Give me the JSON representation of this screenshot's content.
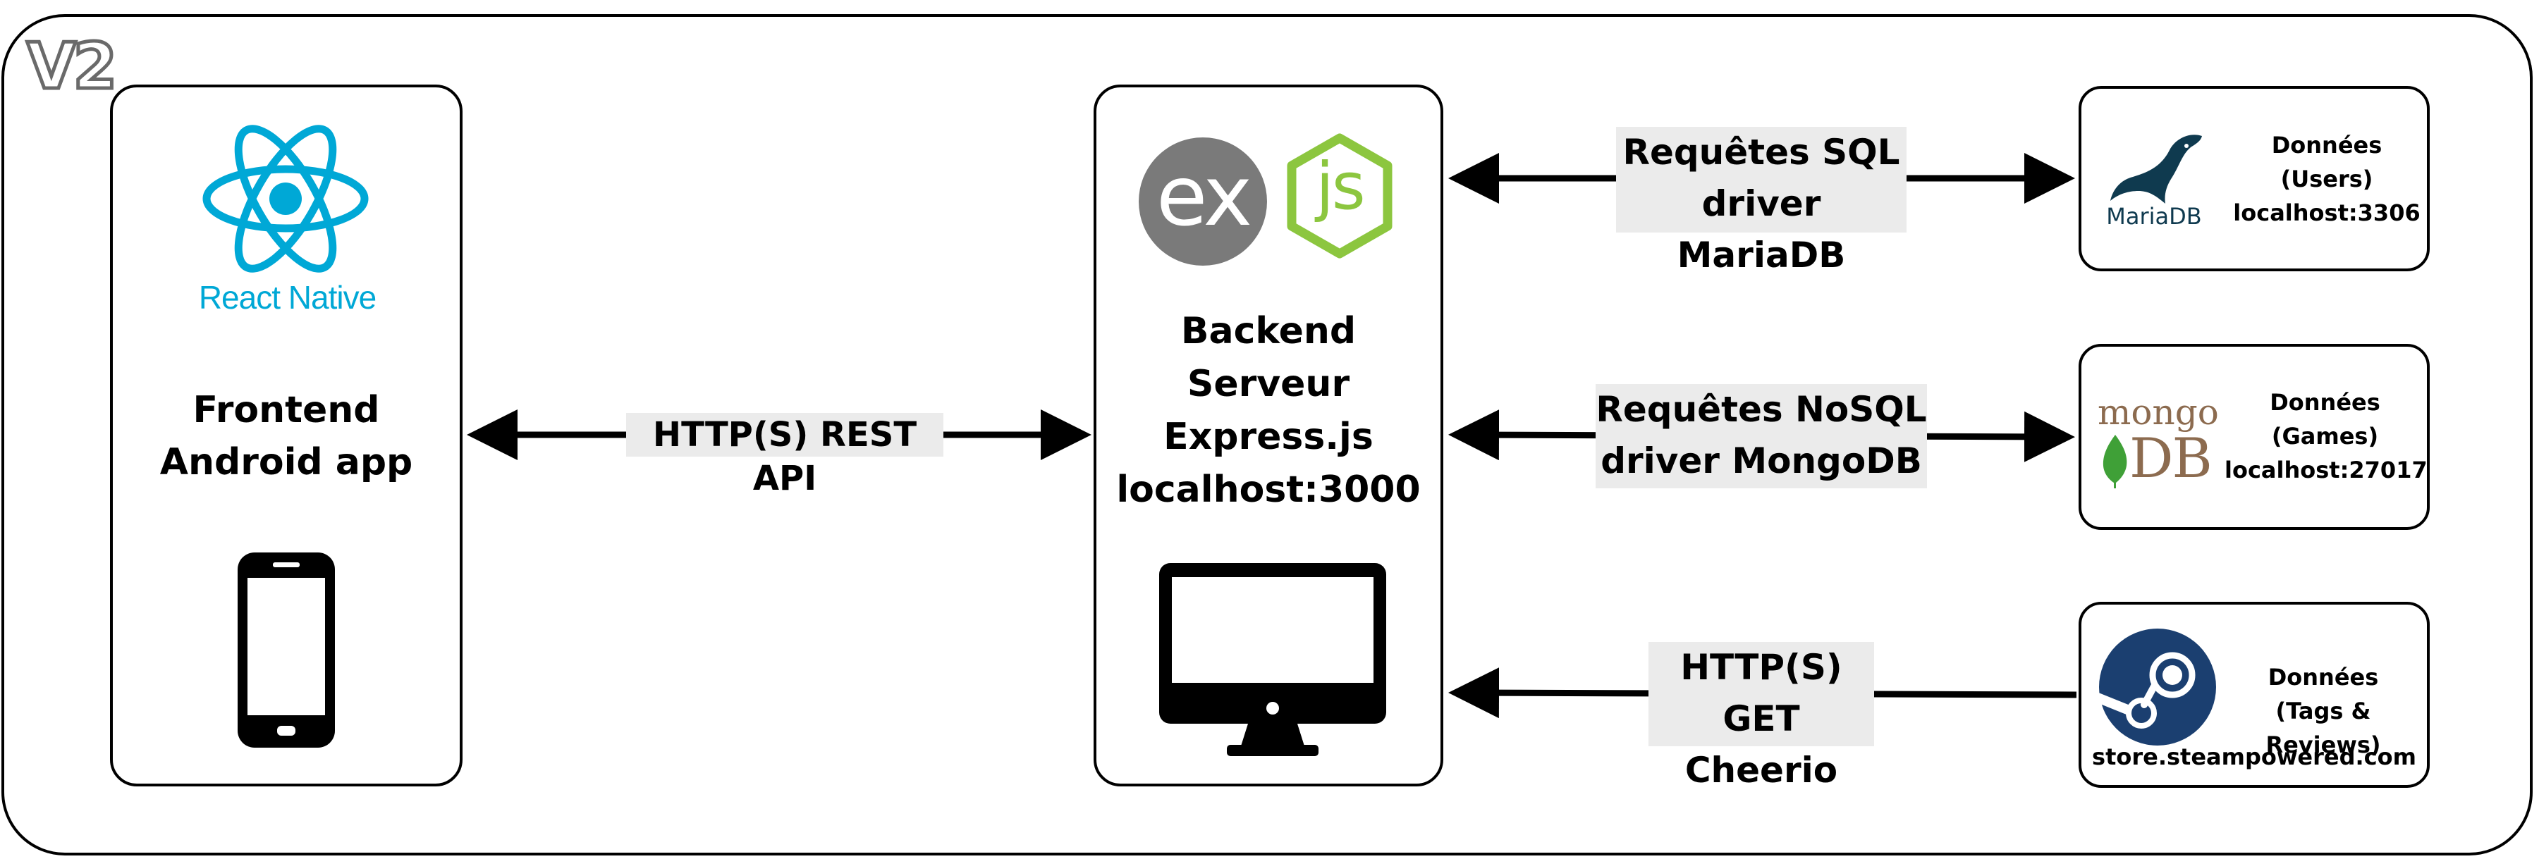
{
  "version_badge": "V2",
  "frontend": {
    "logo_text": "React Native",
    "title_line1": "Frontend",
    "title_line2": "Android app"
  },
  "backend": {
    "logo_ex": "ex",
    "logo_js": "js",
    "line1": "Backend",
    "line2": "Serveur",
    "line3": "Express.js",
    "line4": "localhost:3000"
  },
  "connections": {
    "rest": "HTTP(S) REST API",
    "sql_line1": "Requêtes SQL",
    "sql_line2": "driver MariaDB",
    "nosql_line1": "Requêtes NoSQL",
    "nosql_line2": "driver MongoDB",
    "get_line1": "HTTP(S) GET",
    "get_line2": "Cheerio"
  },
  "mariadb": {
    "logo_text": "MariaDB",
    "line1": "Données",
    "line2": "(Users)",
    "line3": "localhost:3306"
  },
  "mongodb": {
    "logo_top": "mongo",
    "logo_bottom": "DB",
    "line1": "Données",
    "line2": "(Games)",
    "line3": "localhost:27017"
  },
  "steam": {
    "line1": "Données",
    "line2": "(Tags & Reviews)",
    "line3": "store.steampowered.com"
  },
  "colors": {
    "react_blue": "#00a8d6",
    "express_gray": "#7a7a7a",
    "node_green": "#8cc63f",
    "mariadb_navy": "#0f3a4f",
    "mongo_brown": "#8c6b4f",
    "mongo_leaf": "#3fa037",
    "steam_navy": "#1b3f70",
    "label_bg": "#ebebeb"
  },
  "icons": [
    "react-icon",
    "express-icon",
    "nodejs-icon",
    "smartphone-icon",
    "monitor-icon",
    "mariadb-seal-icon",
    "mongodb-leaf-icon",
    "steam-icon"
  ]
}
